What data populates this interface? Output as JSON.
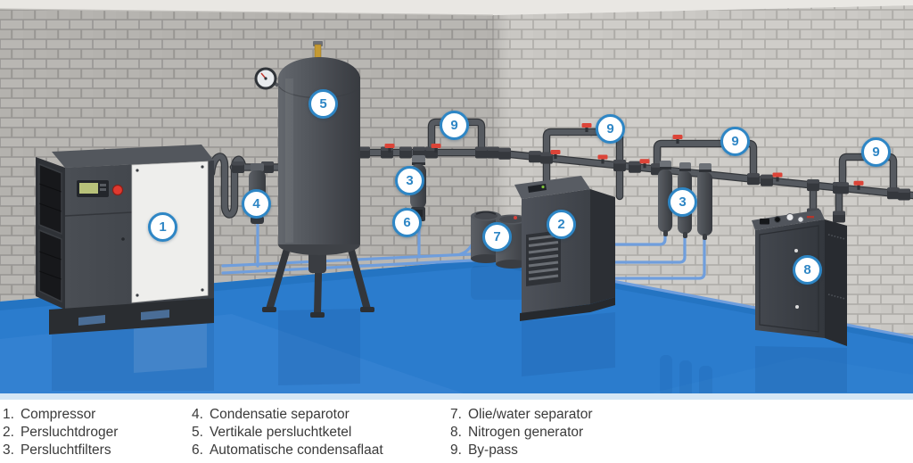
{
  "scene": {
    "description": "Compressed air installation room illustration with numbered equipment callouts",
    "colors": {
      "floor_blue": "#2b7ccd",
      "badge_blue": "#2e86c5",
      "wall_brick_gray": "#c9c7c3",
      "equipment_dark_gray": "#42464c",
      "pipe_gray": "#565a60",
      "valve_handle_red": "#dc4438",
      "condensate_tube_blue": "#6f9edd",
      "legend_text": "#3a3a3a"
    },
    "icons": {
      "pressure_gauge": "circular-dial",
      "emergency_stop": "red-round-button",
      "bypass_valve": "red-handle-on-pipe"
    },
    "badges": [
      {
        "n": "1",
        "equipment": "compressor"
      },
      {
        "n": "2",
        "equipment": "persluchtdroger"
      },
      {
        "n": "3",
        "equipment": "persluchtfilter"
      },
      {
        "n": "3",
        "equipment": "persluchtfilters"
      },
      {
        "n": "4",
        "equipment": "condensatie-separotor"
      },
      {
        "n": "5",
        "equipment": "vertikale-persluchtketel"
      },
      {
        "n": "6",
        "equipment": "automatische-condensaflaat"
      },
      {
        "n": "7",
        "equipment": "olie-water-separator"
      },
      {
        "n": "8",
        "equipment": "nitrogen-generator"
      },
      {
        "n": "9",
        "equipment": "by-pass"
      },
      {
        "n": "9",
        "equipment": "by-pass"
      },
      {
        "n": "9",
        "equipment": "by-pass"
      },
      {
        "n": "9",
        "equipment": "by-pass"
      }
    ]
  },
  "legend": {
    "items": [
      {
        "num": "1.",
        "label": "Compressor"
      },
      {
        "num": "2.",
        "label": "Persluchtdroger"
      },
      {
        "num": "3.",
        "label": "Persluchtfilters"
      },
      {
        "num": "4.",
        "label": "Condensatie separotor"
      },
      {
        "num": "5.",
        "label": "Vertikale persluchtketel"
      },
      {
        "num": "6.",
        "label": "Automatische condensaflaat"
      },
      {
        "num": "7.",
        "label": "Olie/water separator"
      },
      {
        "num": "8.",
        "label": "Nitrogen generator"
      },
      {
        "num": "9.",
        "label": "By-pass"
      }
    ]
  }
}
